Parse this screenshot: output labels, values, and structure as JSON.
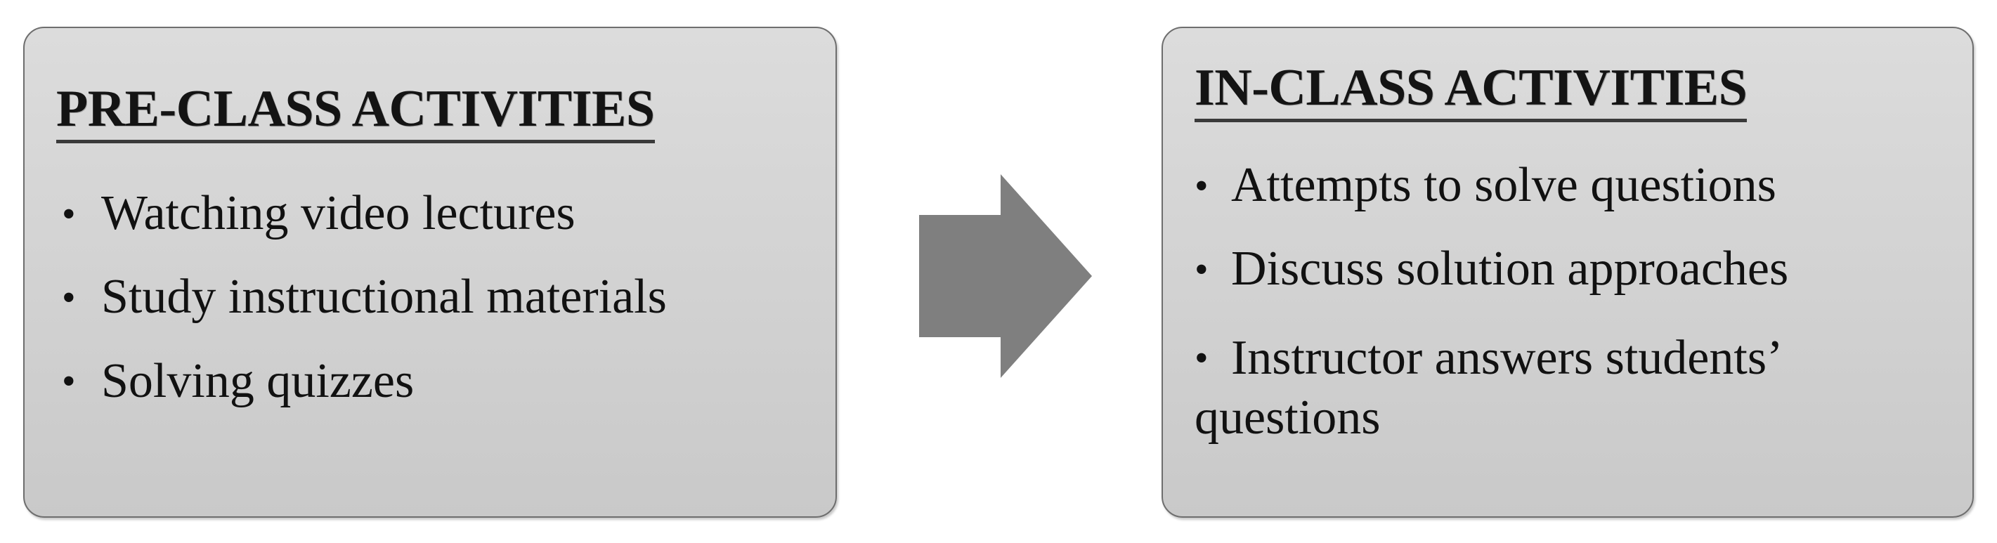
{
  "diagram": {
    "colors": {
      "box_fill_top": "#dcdcdc",
      "box_fill_bottom": "#c9c9c9",
      "box_border": "#6e6e6e",
      "arrow_fill": "#7f7f7f",
      "text": "#111111",
      "page_background": "#ffffff"
    },
    "boxes": [
      {
        "id": "pre-class",
        "title": "PRE-CLASS ACTIVITIES",
        "bullets": [
          "Watching video lectures",
          "Study instructional materials",
          "Solving quizzes"
        ]
      },
      {
        "id": "in-class",
        "title": "IN-CLASS ACTIVITIES",
        "bullets": [
          "Attempts to solve questions",
          "Discuss solution approaches",
          "Instructor answers students’ questions"
        ]
      }
    ],
    "connector": {
      "icon": "right-block-arrow",
      "direction": "right",
      "from": "pre-class",
      "to": "in-class"
    },
    "bullet_glyph": "•"
  }
}
